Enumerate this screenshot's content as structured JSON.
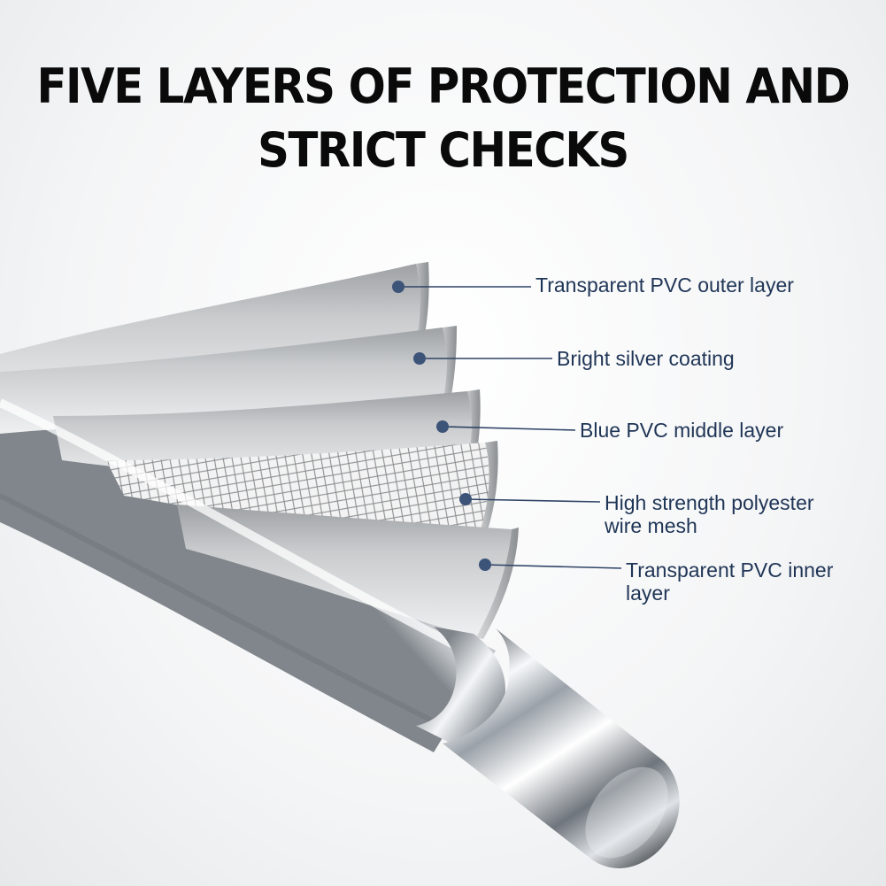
{
  "title": {
    "line1": "FIVE LAYERS OF PROTECTION AND",
    "line2": "STRICT CHECKS"
  },
  "layers": [
    {
      "lines": [
        "Transparent PVC outer layer"
      ]
    },
    {
      "lines": [
        "Bright silver coating"
      ]
    },
    {
      "lines": [
        "Blue PVC middle layer"
      ]
    },
    {
      "lines": [
        "High strength polyester",
        "wire mesh"
      ]
    },
    {
      "lines": [
        "Transparent PVC inner",
        "layer"
      ]
    }
  ],
  "colors": {
    "leader": "#2f4466",
    "marker": "#3c5478",
    "label_text": "#1f3556"
  }
}
